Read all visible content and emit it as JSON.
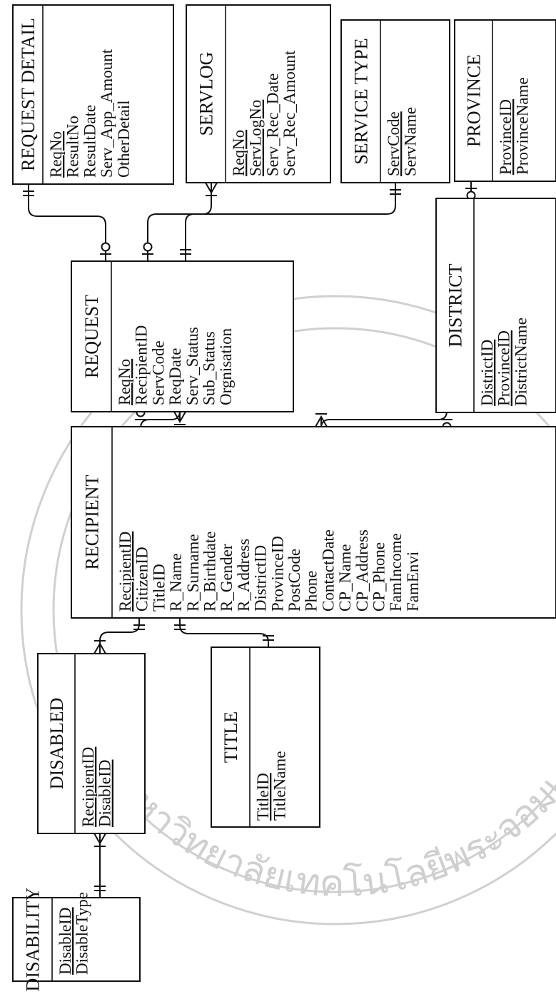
{
  "watermark": {
    "text": "มหาวิทยาลัยเทคโนโลยีพระจอมเกล้าเจ้าคุณ"
  },
  "entities": [
    {
      "id": "request_detail",
      "title": "REQUEST DETAIL",
      "attrs": [
        {
          "name": "ReqNo",
          "pk": true
        },
        {
          "name": "ResultNo"
        },
        {
          "name": "ResultDate"
        },
        {
          "name": "Serv_App_Amount"
        },
        {
          "name": "OtherDetail"
        }
      ]
    },
    {
      "id": "servlog",
      "title": "SERVLOG",
      "attrs": [
        {
          "name": "ReqNo",
          "pk": true
        },
        {
          "name": "ServLogNo",
          "pk": true
        },
        {
          "name": "Serv_Rec_Date"
        },
        {
          "name": "Serv_Rec_Amount"
        }
      ]
    },
    {
      "id": "service_type",
      "title": "SERVICE TYPE",
      "attrs": [
        {
          "name": "ServCode",
          "pk": true
        },
        {
          "name": "ServName"
        }
      ]
    },
    {
      "id": "province",
      "title": "PROVINCE",
      "attrs": [
        {
          "name": "ProvinceID",
          "pk": true
        },
        {
          "name": "ProvinceName"
        }
      ]
    },
    {
      "id": "request",
      "title": "REQUEST",
      "attrs": [
        {
          "name": "ReqNo",
          "pk": true
        },
        {
          "name": "RecipientID"
        },
        {
          "name": "ServCode"
        },
        {
          "name": "ReqDate"
        },
        {
          "name": "Serv_Status"
        },
        {
          "name": "Sub_Status"
        },
        {
          "name": "Orgnisation"
        }
      ]
    },
    {
      "id": "district",
      "title": "DISTRICT",
      "attrs": [
        {
          "name": "DistrictID",
          "pk": true
        },
        {
          "name": "ProvinceID",
          "pk": true
        },
        {
          "name": "DistrictName"
        }
      ]
    },
    {
      "id": "recipient",
      "title": "RECIPIENT",
      "attrs": [
        {
          "name": "RecipientID",
          "pk": true
        },
        {
          "name": "CitizenID"
        },
        {
          "name": "TitleID"
        },
        {
          "name": "R_Name"
        },
        {
          "name": "R_Surname"
        },
        {
          "name": "R_Birthdate"
        },
        {
          "name": "R_Gender"
        },
        {
          "name": "R_Address"
        },
        {
          "name": "DistrictID"
        },
        {
          "name": "ProvinceID"
        },
        {
          "name": "PostCode"
        },
        {
          "name": "Phone"
        },
        {
          "name": "ContactDate"
        },
        {
          "name": "CP_Name"
        },
        {
          "name": "CP_Address"
        },
        {
          "name": "CP_Phone"
        },
        {
          "name": "FamIncome"
        },
        {
          "name": "FamEnvi"
        }
      ]
    },
    {
      "id": "disabled",
      "title": "DISABLED",
      "attrs": [
        {
          "name": "RecipientID",
          "pk": true
        },
        {
          "name": "DisableID",
          "pk": true
        }
      ]
    },
    {
      "id": "title",
      "title": "TITLE",
      "attrs": [
        {
          "name": "TitleID",
          "pk": true
        },
        {
          "name": "TitleName"
        }
      ]
    },
    {
      "id": "disability",
      "title": "DISABILITY",
      "attrs": [
        {
          "name": "DisableID",
          "pk": true
        },
        {
          "name": "DisableType"
        }
      ]
    }
  ],
  "relationships": [
    {
      "from": "request_detail",
      "to": "request",
      "from_end": "one",
      "to_end": "zero-or-one"
    },
    {
      "from": "servlog",
      "to": "request",
      "from_end": "many",
      "to_end": "zero-or-one"
    },
    {
      "from": "service_type",
      "to": "request",
      "from_end": "one",
      "to_end": "one"
    },
    {
      "from": "province",
      "to": "district",
      "from_end": "zero-or-one",
      "to_end": "many"
    },
    {
      "from": "request",
      "to": "recipient",
      "from_end": "many",
      "to_end": "zero-or-one"
    },
    {
      "from": "district",
      "to": "recipient",
      "from_end": "zero-or-one",
      "to_end": "many"
    },
    {
      "from": "recipient",
      "to": "disabled",
      "from_end": "one",
      "to_end": "many"
    },
    {
      "from": "recipient",
      "to": "title",
      "from_end": "one",
      "to_end": "one"
    },
    {
      "from": "disabled",
      "to": "disability",
      "from_end": "many",
      "to_end": "one"
    }
  ]
}
